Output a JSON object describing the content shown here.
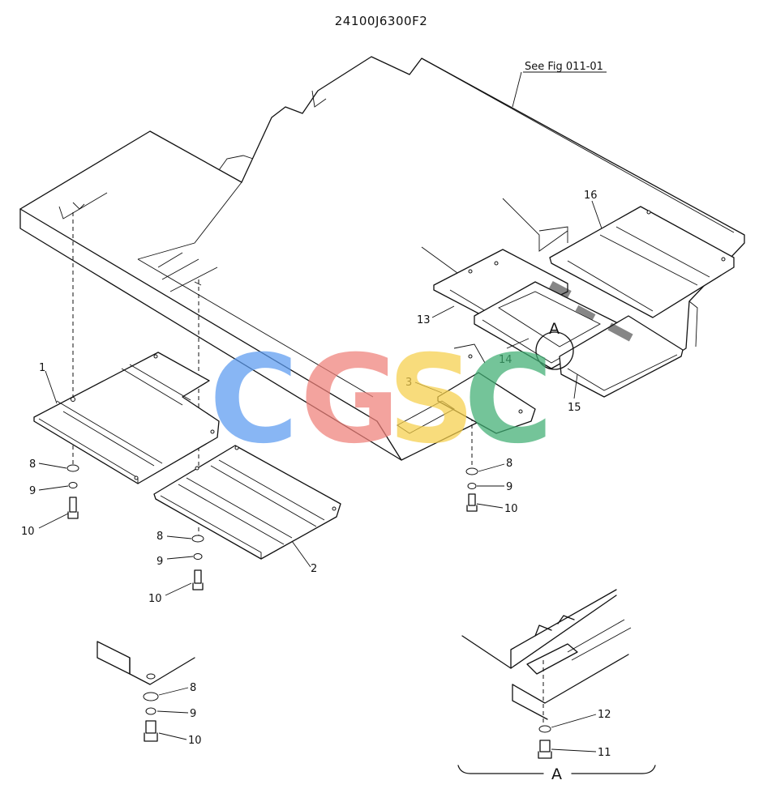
{
  "title": "24100J6300F2",
  "reference_note": "See Fig 011-01",
  "callouts": {
    "c1": "1",
    "c2": "2",
    "c3": "3",
    "c8a": "8",
    "c9a": "9",
    "c10a": "10",
    "c8b": "8",
    "c9b": "9",
    "c10b": "10",
    "c8c": "8",
    "c9c": "9",
    "c10c": "10",
    "c8d": "8",
    "c9d": "9",
    "c10d": "10",
    "c11": "11",
    "c12": "12",
    "c13": "13",
    "c14": "14",
    "c15": "15",
    "c16": "16"
  },
  "detail_markers": {
    "zone": "A",
    "detail": "A"
  },
  "watermark": {
    "letters": [
      "C",
      "G",
      "S",
      "C"
    ],
    "colors": [
      "#5b9bf0",
      "#ef8079",
      "#f6cf4a",
      "#3fae72"
    ]
  }
}
